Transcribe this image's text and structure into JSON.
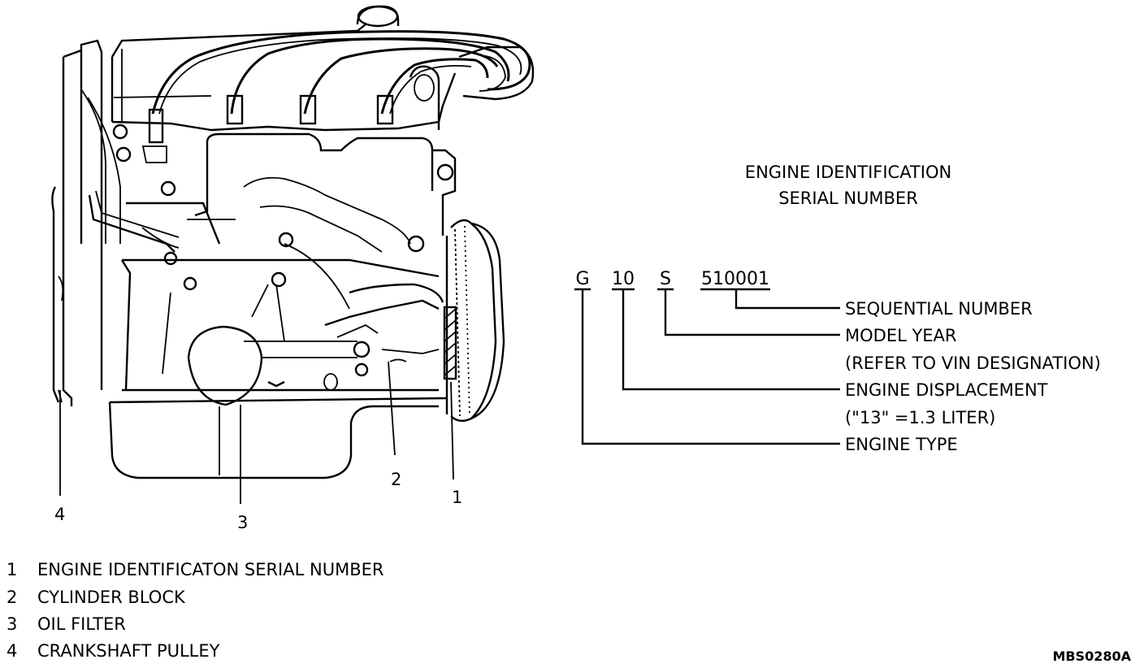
{
  "heading": {
    "line1": "ENGINE IDENTIFICATION",
    "line2": "SERIAL NUMBER"
  },
  "code": {
    "type": "G",
    "displacement": "10",
    "year": "S",
    "sequence": "510001"
  },
  "code_labels": {
    "sequential": "SEQUENTIAL NUMBER",
    "model_year": "MODEL YEAR",
    "model_year_note": "(REFER TO VIN DESIGNATION)",
    "displacement": "ENGINE DISPLACEMENT",
    "displacement_note": "(\"13\" =1.3 LITER)",
    "engine_type": "ENGINE TYPE"
  },
  "callouts": {
    "c1": "1",
    "c2": "2",
    "c3": "3",
    "c4": "4"
  },
  "legend": [
    {
      "num": "1",
      "text": "ENGINE IDENTIFICATON SERIAL NUMBER"
    },
    {
      "num": "2",
      "text": "CYLINDER BLOCK"
    },
    {
      "num": "3",
      "text": "OIL FILTER"
    },
    {
      "num": "4",
      "text": "CRANKSHAFT PULLEY"
    }
  ],
  "figure_id": "MBS0280A"
}
